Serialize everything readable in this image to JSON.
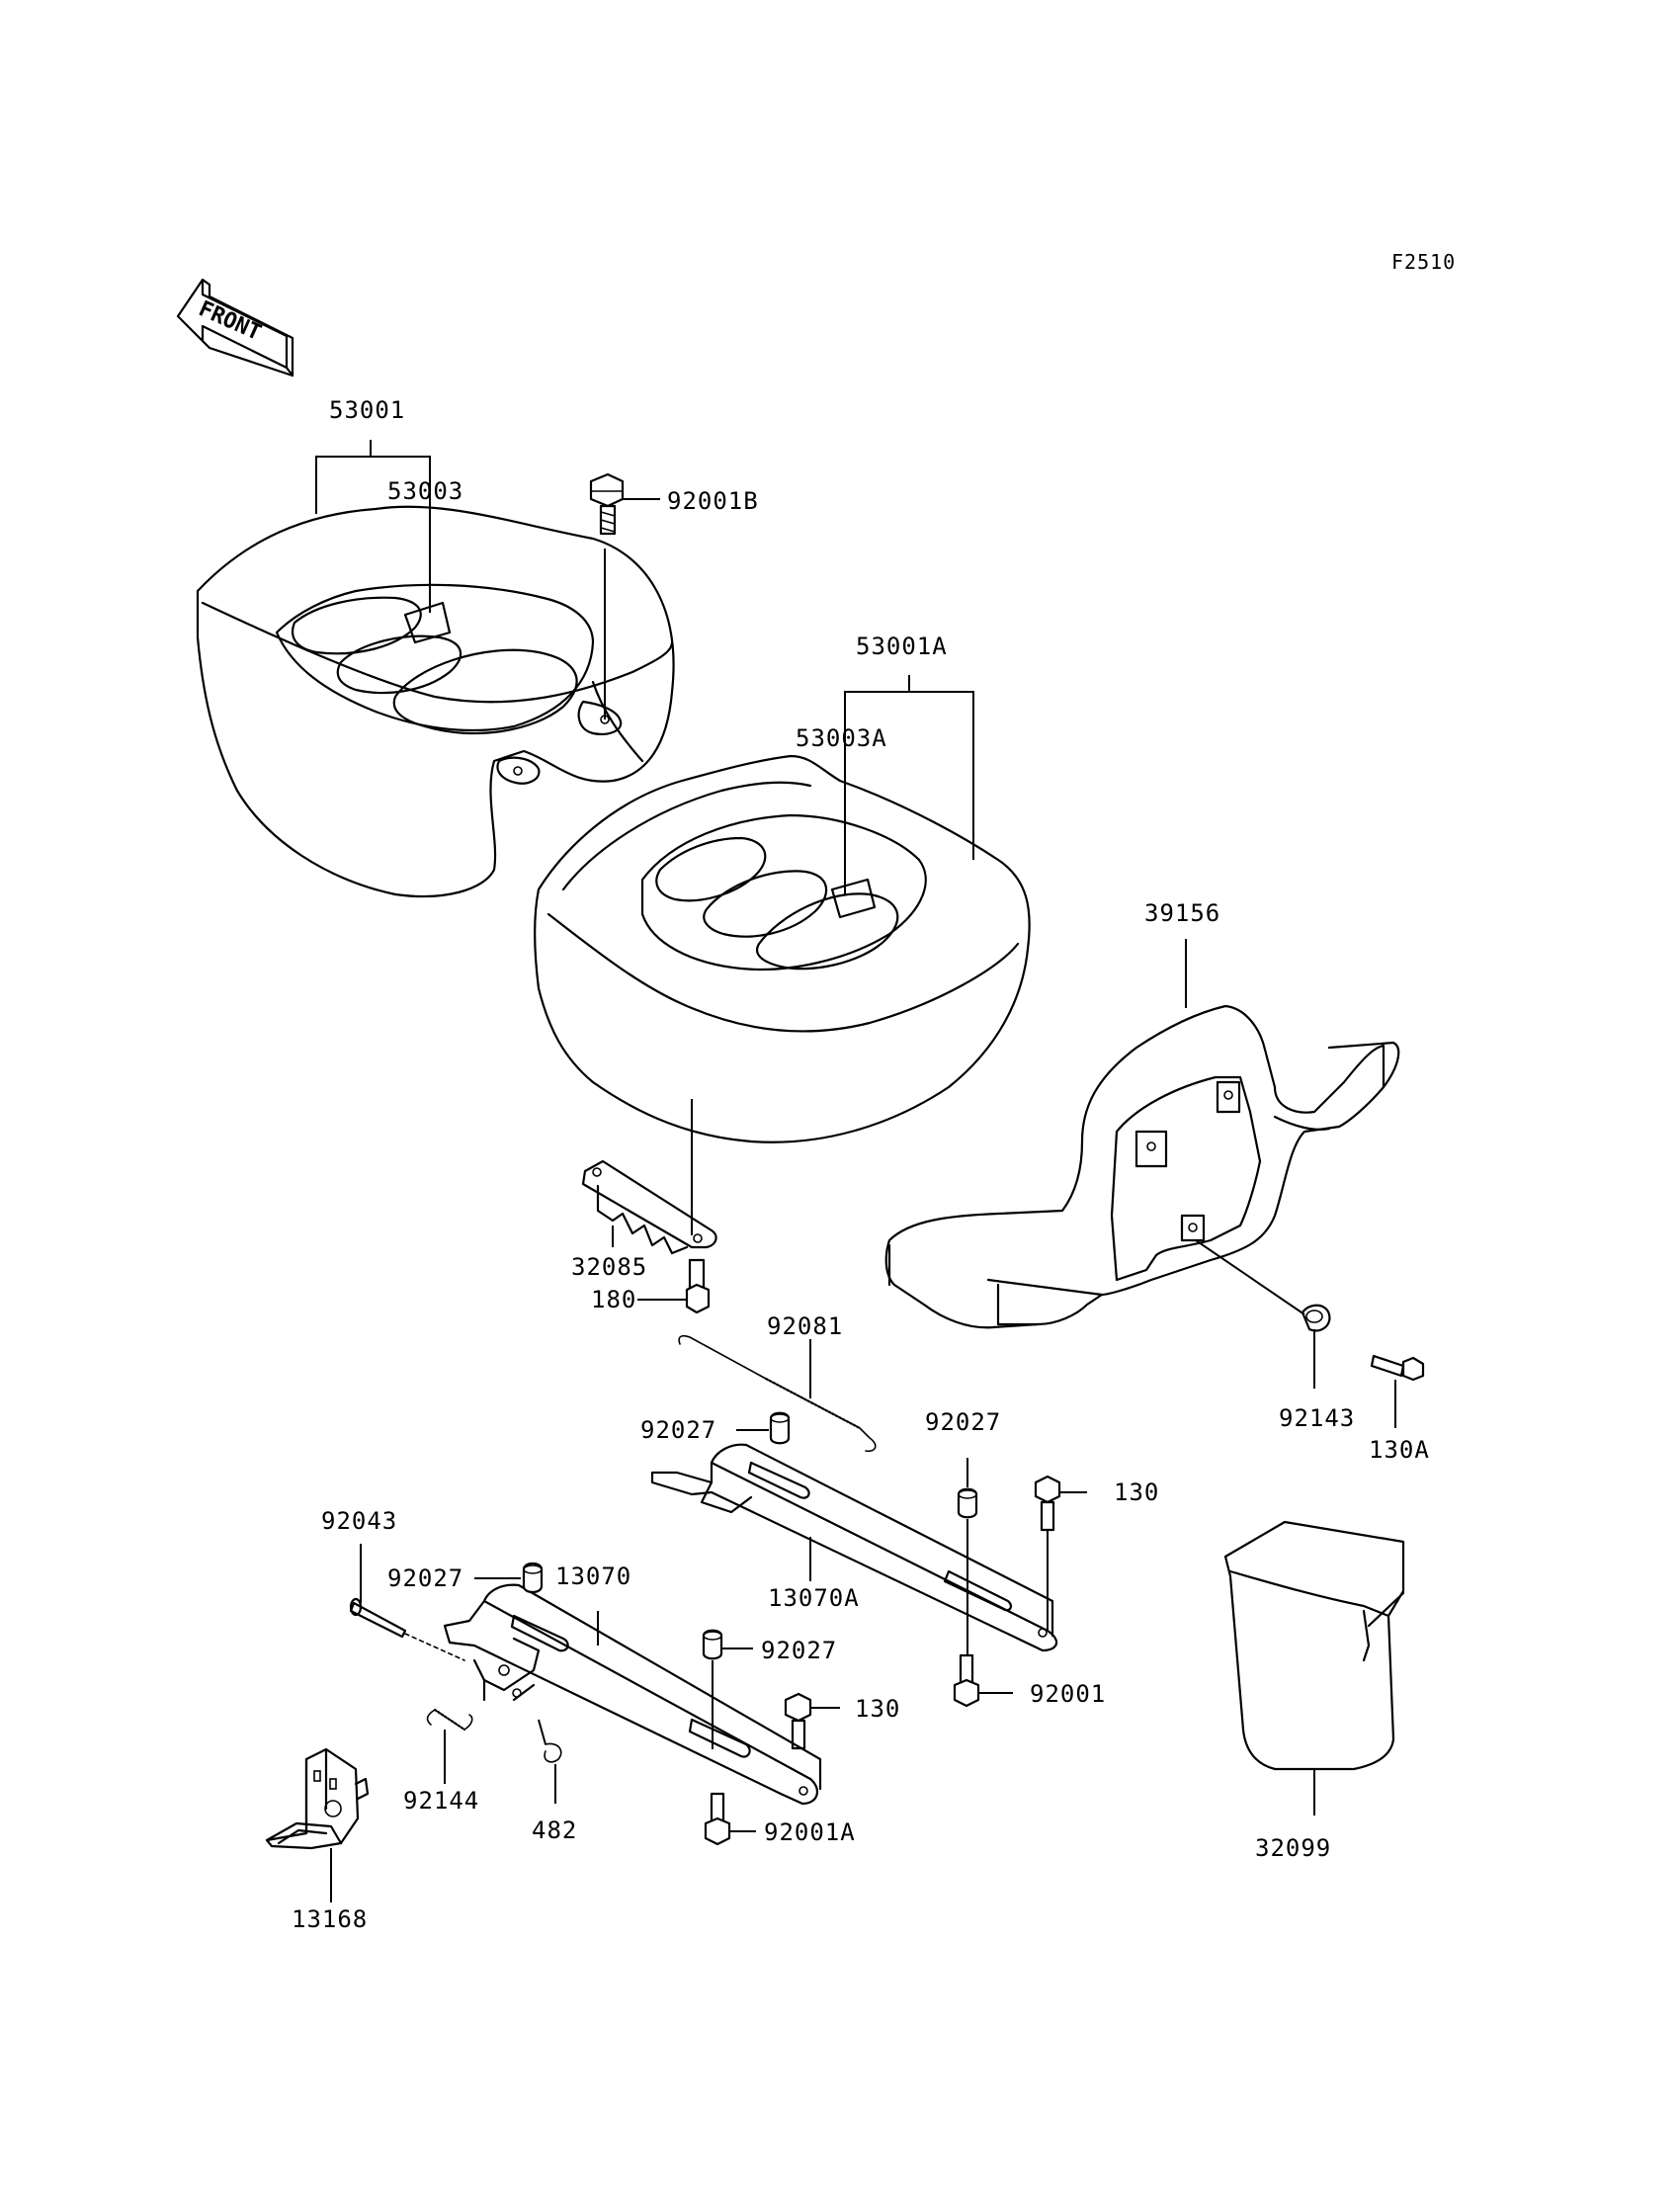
{
  "diagram_code": "F2510",
  "orientation_label": "FRONT",
  "parts": {
    "seat_assembly": "53001",
    "seat_cover": "53003",
    "bolt_b": "92001B",
    "seat_assembly_a": "53001A",
    "seat_cover_a": "53003A",
    "carrier_cover": "39156",
    "bracket_plate": "32085",
    "bolt_180": "180",
    "spring": "92081",
    "collar_1": "92027",
    "collar_2": "92027",
    "collar_3": "92027",
    "collar_4": "92027",
    "cap": "92143",
    "bolt_130a": "130A",
    "bolt_130_top": "130",
    "shaft": "92043",
    "rail": "13070",
    "rail_a": "13070A",
    "bolt_130_bottom": "130",
    "bolt_92001": "92001",
    "spring_small": "92144",
    "clip": "482",
    "bolt_92001a": "92001A",
    "box": "32099",
    "step_bracket": "13168"
  }
}
